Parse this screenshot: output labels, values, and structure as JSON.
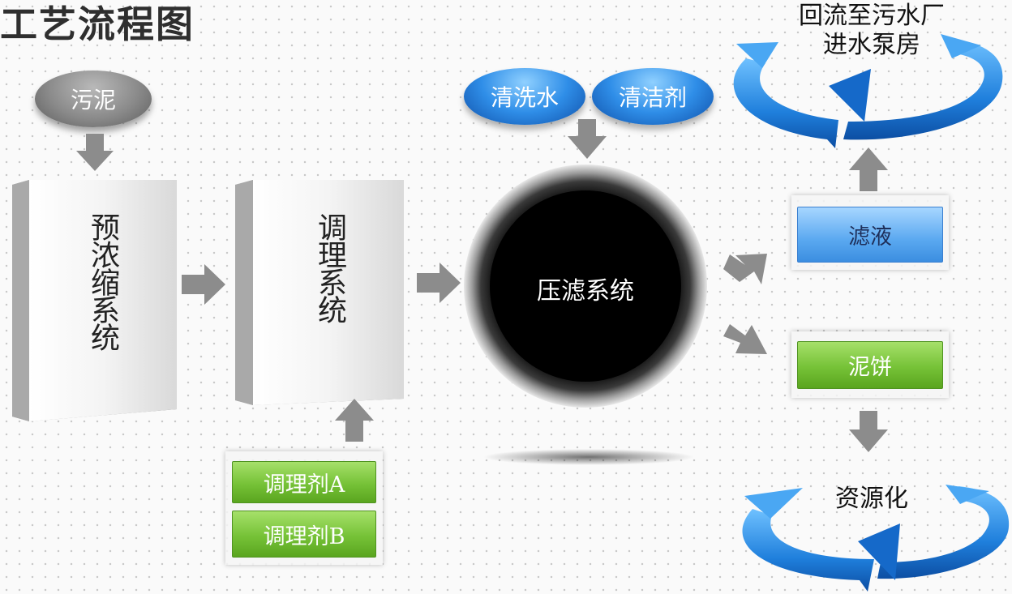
{
  "title": "工艺流程图",
  "inputs": {
    "sludge": "污泥",
    "wash_water": "清洗水",
    "detergent": "清洁剂"
  },
  "boxes": {
    "pre_concentration": "预浓缩系统",
    "conditioning": "调理系统"
  },
  "conditioners": [
    "调理剂A",
    "调理剂B"
  ],
  "press": "压滤系统",
  "outputs": {
    "filtrate": "滤液",
    "cake": "泥饼",
    "return_line1": "回流至污水厂",
    "return_line2": "进水泵房",
    "resource": "资源化"
  },
  "colors": {
    "arrow": "#8c8c8c",
    "blue": "#1f7fdc",
    "green": "#76c237"
  }
}
